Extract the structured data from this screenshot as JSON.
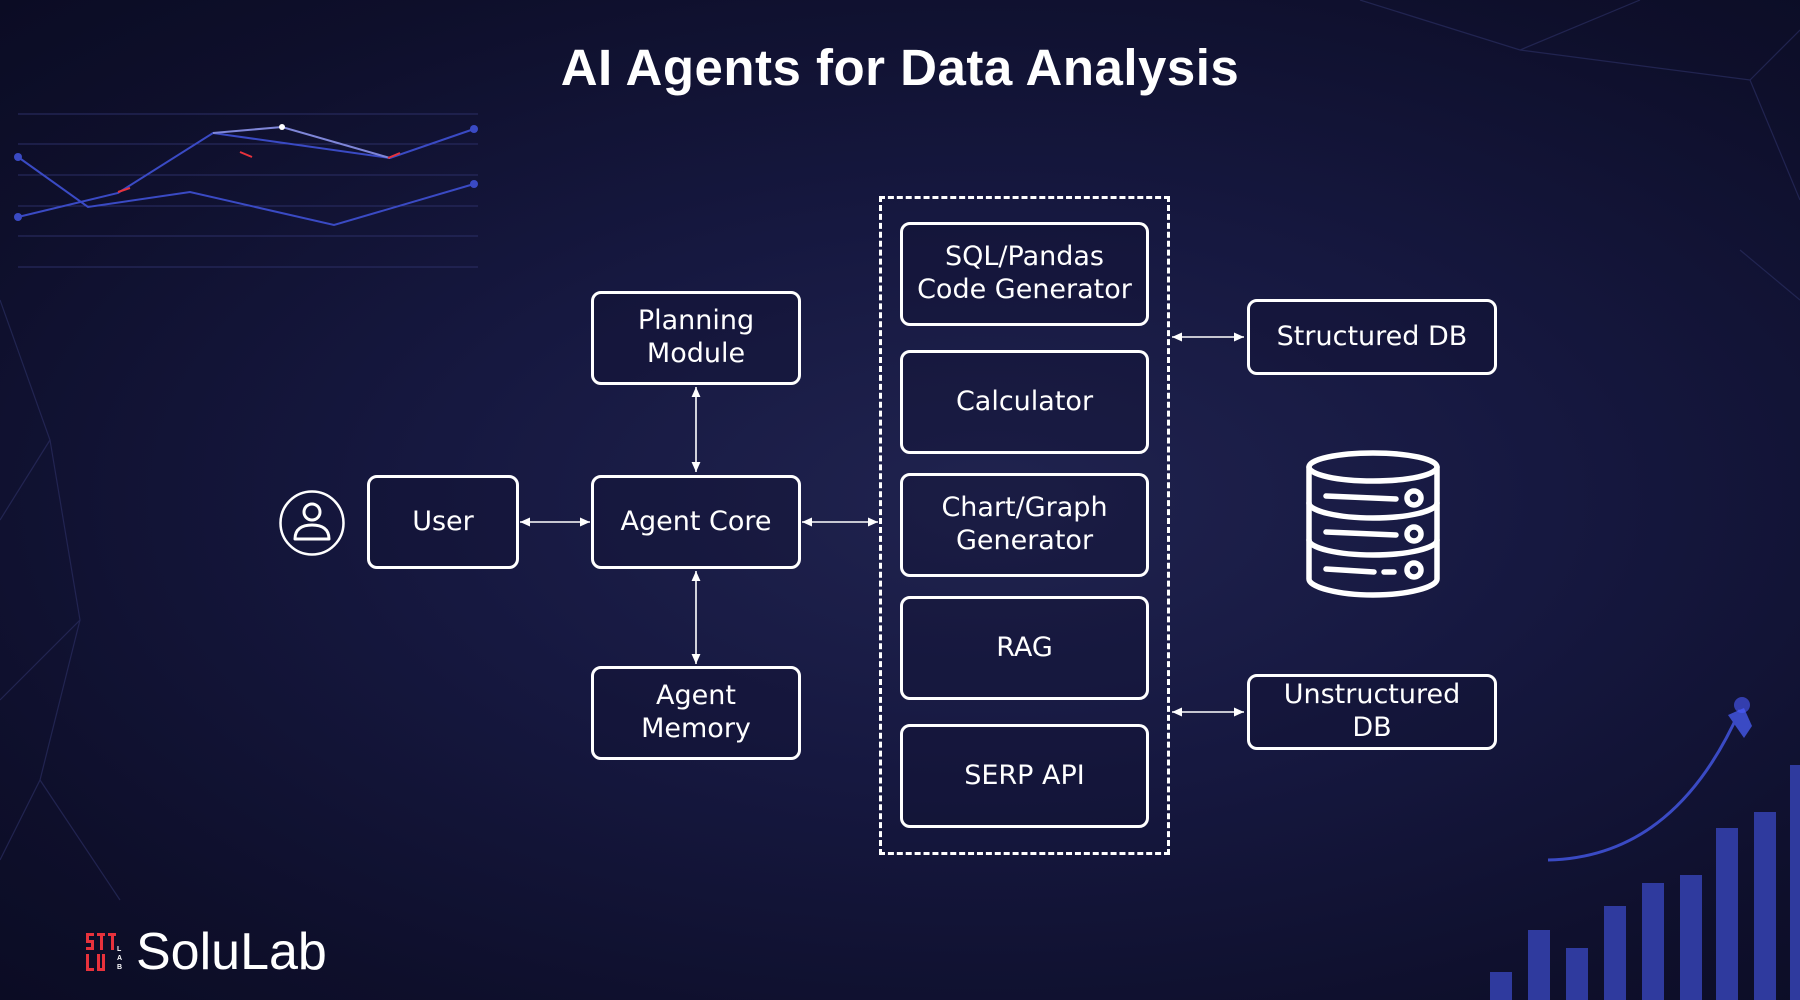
{
  "title": "AI Agents for Data Analysis",
  "nodes": {
    "user": "User",
    "agent_core": "Agent Core",
    "planning_module": "Planning\nModule",
    "agent_memory": "Agent\nMemory",
    "tools": [
      "SQL/Pandas\nCode Generator",
      "Calculator",
      "Chart/Graph\nGenerator",
      "RAG",
      "SERP API"
    ],
    "structured_db": "Structured DB",
    "unstructured_db": "Unstructured DB"
  },
  "icons": {
    "user": "user-icon",
    "database": "database-icon",
    "logo": "solulab-logo-icon"
  },
  "brand": {
    "name": "SoluLab",
    "logo_letters": "S L L A B"
  },
  "colors": {
    "background": "#12143a",
    "foreground": "#ffffff",
    "accent_red": "#e8323c",
    "accent_blue": "#3a49c9"
  }
}
